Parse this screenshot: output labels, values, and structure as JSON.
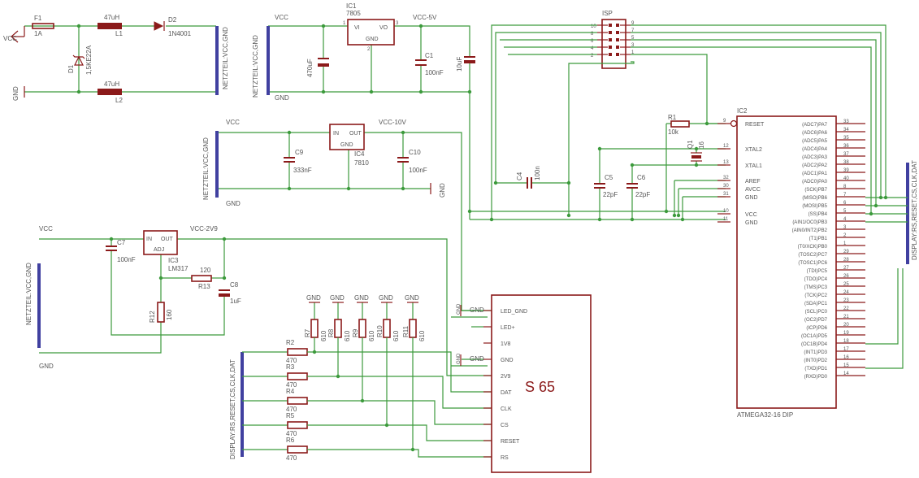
{
  "parts": {
    "f1": {
      "name": "F1",
      "value": "1A"
    },
    "l1": {
      "value": "47uH",
      "name": "L1"
    },
    "l2": {
      "value": "47uH",
      "name": "L2"
    },
    "d2": {
      "name": "D2",
      "value": "1N4001"
    },
    "d1": {
      "name": "D1",
      "value": "1,5KE22A"
    },
    "ic1": {
      "name": "IC1",
      "value": "7805",
      "vi": "VI",
      "vo": "VO",
      "gnd": "GND",
      "p1": "1",
      "p2": "2",
      "p3": "3"
    },
    "c_470": {
      "value": "470uF"
    },
    "c1": {
      "name": "C1",
      "value": "100nF"
    },
    "c_10u": {
      "value": "10uF"
    },
    "isp": {
      "name": "ISP",
      "pins_left": [
        "10",
        "8",
        "6",
        "4",
        "2"
      ],
      "pins_right": [
        "9",
        "7",
        "5",
        "3",
        "1"
      ]
    },
    "r1": {
      "name": "R1",
      "value": "10k"
    },
    "q1": {
      "name": "Q1",
      "value": "16"
    },
    "c4": {
      "name": "C4",
      "value": "100n"
    },
    "c5": {
      "name": "C5",
      "value": "22pF"
    },
    "c6": {
      "name": "C6",
      "value": "22pF"
    },
    "ic4": {
      "name": "IC4",
      "value": "7810",
      "in": "IN",
      "out": "OUT",
      "gnd": "GND"
    },
    "c9": {
      "name": "C9",
      "value": "333nF"
    },
    "c10": {
      "name": "C10",
      "value": "100nF"
    },
    "ic3": {
      "name": "IC3",
      "value": "LM317",
      "in": "IN",
      "out": "OUT",
      "adj": "ADJ"
    },
    "c7": {
      "name": "C7",
      "value": "100nF"
    },
    "r13": {
      "name": "R13",
      "value": "120"
    },
    "c8": {
      "name": "C8",
      "value": "1uF"
    },
    "r12": {
      "name": "R12",
      "value": "160"
    },
    "pulls": [
      {
        "name": "R7",
        "value": "610"
      },
      {
        "name": "R8",
        "value": "610"
      },
      {
        "name": "R9",
        "value": "610"
      },
      {
        "name": "R10",
        "value": "610"
      },
      {
        "name": "R11",
        "value": "610"
      }
    ],
    "series": [
      {
        "name": "R2",
        "value": "470"
      },
      {
        "name": "R3",
        "value": "470"
      },
      {
        "name": "R4",
        "value": "470"
      },
      {
        "name": "R5",
        "value": "470"
      },
      {
        "name": "R6",
        "value": "470"
      }
    ]
  },
  "nets": {
    "vcc": "VCC",
    "gnd": "GND",
    "vcc5": "VCC-5V",
    "vcc10": "VCC-10V",
    "vcc29": "VCC-2V9",
    "netz1": "NETZTEIL:VCC,GND",
    "netz2": "NETZTEIL:VCC,GND",
    "netz3": "NETZTEIL:VCC,GND",
    "netz4": "NETZTEIL:VCC,GND",
    "display_left": "DISPLAY:RS,RESET,CS,CLK,DAT",
    "display_right": "DISPLAY:RS,RESET,CS,CLK,DAT"
  },
  "lcd": {
    "title": "S 65",
    "pins": [
      "LED_GND",
      "LED+",
      "1V8",
      "GND",
      "2V9",
      "DAT",
      "CLK",
      "CS",
      "RESET",
      "RS"
    ],
    "wire_labels": [
      "GND",
      "GND"
    ]
  },
  "mcu": {
    "name": "IC2",
    "part": "ATMEGA32-16 DIP",
    "left_pins": [
      {
        "label": "RESET",
        "num": "9"
      },
      {
        "label": "XTAL2",
        "num": "12"
      },
      {
        "label": "XTAL1",
        "num": "13"
      },
      {
        "label": "AREF",
        "num": "32"
      },
      {
        "label": "AVCC",
        "num": "30"
      },
      {
        "label": "GND",
        "num": "31"
      },
      {
        "label": "VCC",
        "num": "10"
      },
      {
        "label": "GND",
        "num": "11"
      }
    ],
    "right_pins": [
      {
        "label": "(ADC7)PA7",
        "num": "33"
      },
      {
        "label": "(ADC6)PA6",
        "num": "34"
      },
      {
        "label": "(ADC5)PA5",
        "num": "35"
      },
      {
        "label": "(ADC4)PA4",
        "num": "36"
      },
      {
        "label": "(ADC3)PA3",
        "num": "37"
      },
      {
        "label": "(ADC2)PA2",
        "num": "38"
      },
      {
        "label": "(ADC1)PA1",
        "num": "39"
      },
      {
        "label": "(ADC0)PA0",
        "num": "40"
      },
      {
        "label": "(SCK)PB7",
        "num": "8"
      },
      {
        "label": "(MISO)PB6",
        "num": "7"
      },
      {
        "label": "(MOSI)PB5",
        "num": "6"
      },
      {
        "label": "(SS)PB4",
        "num": "5"
      },
      {
        "label": "(AIN1/OC0)PB3",
        "num": "4"
      },
      {
        "label": "(AIN0/INT2)PB2",
        "num": "3"
      },
      {
        "label": "(T1)PB1",
        "num": "2"
      },
      {
        "label": "(T0/XCK)PB0",
        "num": "1"
      },
      {
        "label": "(TOSC2)PC7",
        "num": "29"
      },
      {
        "label": "(TOSC1)PC6",
        "num": "28"
      },
      {
        "label": "(TDI)PC5",
        "num": "27"
      },
      {
        "label": "(TDO)PC4",
        "num": "26"
      },
      {
        "label": "(TMS)PC3",
        "num": "25"
      },
      {
        "label": "(TCK)PC2",
        "num": "24"
      },
      {
        "label": "(SDA)PC1",
        "num": "23"
      },
      {
        "label": "(SCL)PC0",
        "num": "22"
      },
      {
        "label": "(OC2)PD7",
        "num": "21"
      },
      {
        "label": "(ICP)PD6",
        "num": "20"
      },
      {
        "label": "(OC1A)PD5",
        "num": "19"
      },
      {
        "label": "(OC1B)PD4",
        "num": "18"
      },
      {
        "label": "(INT1)PD3",
        "num": "17"
      },
      {
        "label": "(INT0)PD2",
        "num": "16"
      },
      {
        "label": "(TXD)PD1",
        "num": "15"
      },
      {
        "label": "(RXD)PD0",
        "num": "14"
      }
    ]
  }
}
